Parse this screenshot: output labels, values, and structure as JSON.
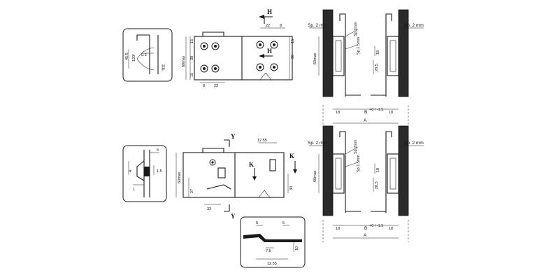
{
  "detail_top_left": {
    "labels": [
      "45.5",
      "120°",
      "0.3",
      "4.5"
    ]
  },
  "view_top_front": {
    "dims": [
      "22",
      "8",
      "15",
      "30",
      "15",
      "60max",
      "8",
      "22",
      "30",
      "15"
    ],
    "section_label": "H"
  },
  "section_top_right": {
    "thickness_left": "Sp. 2 mm",
    "thickness_right": "Sp. 2 mm",
    "sp_a": "Sp.2mm",
    "sp_b": "Sp.1.5mm",
    "height_max": "60max",
    "dim_18_inner": "18",
    "dim_28_5": "28.5",
    "dim_18_left": "18",
    "dim_b": "B",
    "dim_b_tol": "+0 / -1.5",
    "dim_18_right": "18",
    "dim_a": "A"
  },
  "detail_bottom_left": {
    "labels": [
      "5",
      "4",
      "1.5",
      "1"
    ]
  },
  "view_bottom_front": {
    "dims": [
      "12.55",
      "60max",
      "27",
      "33",
      "30"
    ],
    "section_y": "Y",
    "section_k": "K"
  },
  "detail_bottom_center": {
    "labels": [
      "5",
      "5",
      "7.5",
      "10",
      "12.55"
    ]
  },
  "section_bottom_right": {
    "thickness_left": "Sp. 2 mm",
    "thickness_right": "Sp. 2 mm",
    "sp_a": "Sp.2mm",
    "sp_b": "Sp.1.5mm",
    "height_max": "60max",
    "dim_18_inner": "18",
    "dim_28_5": "28.5",
    "dim_18_left": "18",
    "dim_b": "B",
    "dim_b_tol": "+0 / -1.5",
    "dim_18_right": "18",
    "dim_a": "A"
  }
}
